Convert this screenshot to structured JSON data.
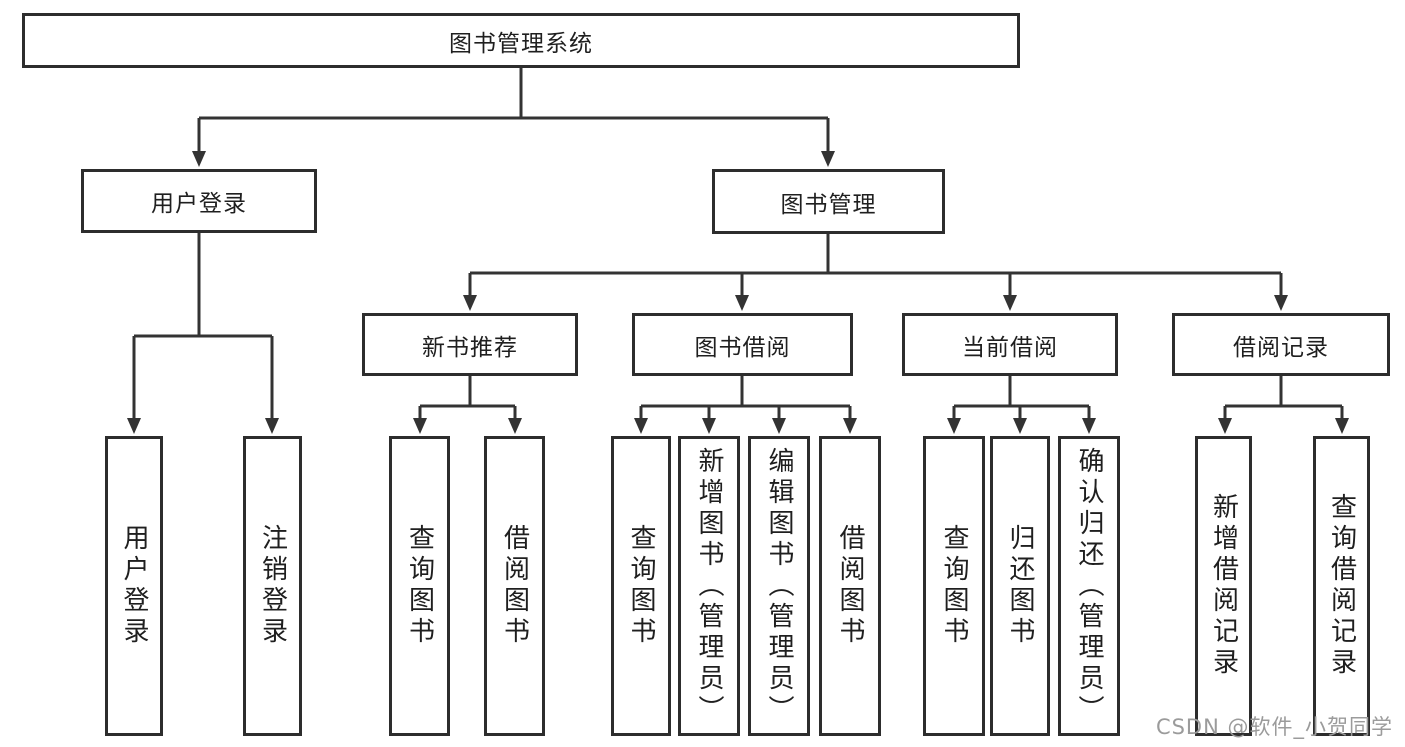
{
  "diagram": {
    "tree": {
      "label": "图书管理系统",
      "children": [
        {
          "label": "用户登录",
          "children": [
            {
              "label": "用户登录"
            },
            {
              "label": "注销登录"
            }
          ]
        },
        {
          "label": "图书管理",
          "children": [
            {
              "label": "新书推荐",
              "children": [
                {
                  "label": "查询图书"
                },
                {
                  "label": "借阅图书"
                }
              ]
            },
            {
              "label": "图书借阅",
              "children": [
                {
                  "label": "查询图书"
                },
                {
                  "label": "新增图书（管理员）"
                },
                {
                  "label": "编辑图书（管理员）"
                },
                {
                  "label": "借阅图书"
                }
              ]
            },
            {
              "label": "当前借阅",
              "children": [
                {
                  "label": "查询图书"
                },
                {
                  "label": "归还图书"
                },
                {
                  "label": "确认归还（管理员）"
                }
              ]
            },
            {
              "label": "借阅记录",
              "children": [
                {
                  "label": "新增借阅记录"
                },
                {
                  "label": "查询借阅记录"
                }
              ]
            }
          ]
        }
      ]
    },
    "colors": {
      "line": "#333333",
      "box_border": "#2d2d2d",
      "text": "#1f1f1f",
      "background": "#ffffff",
      "watermark": "#9b9b9b"
    }
  },
  "watermark": {
    "text": "CSDN @软件_小贺同学"
  }
}
